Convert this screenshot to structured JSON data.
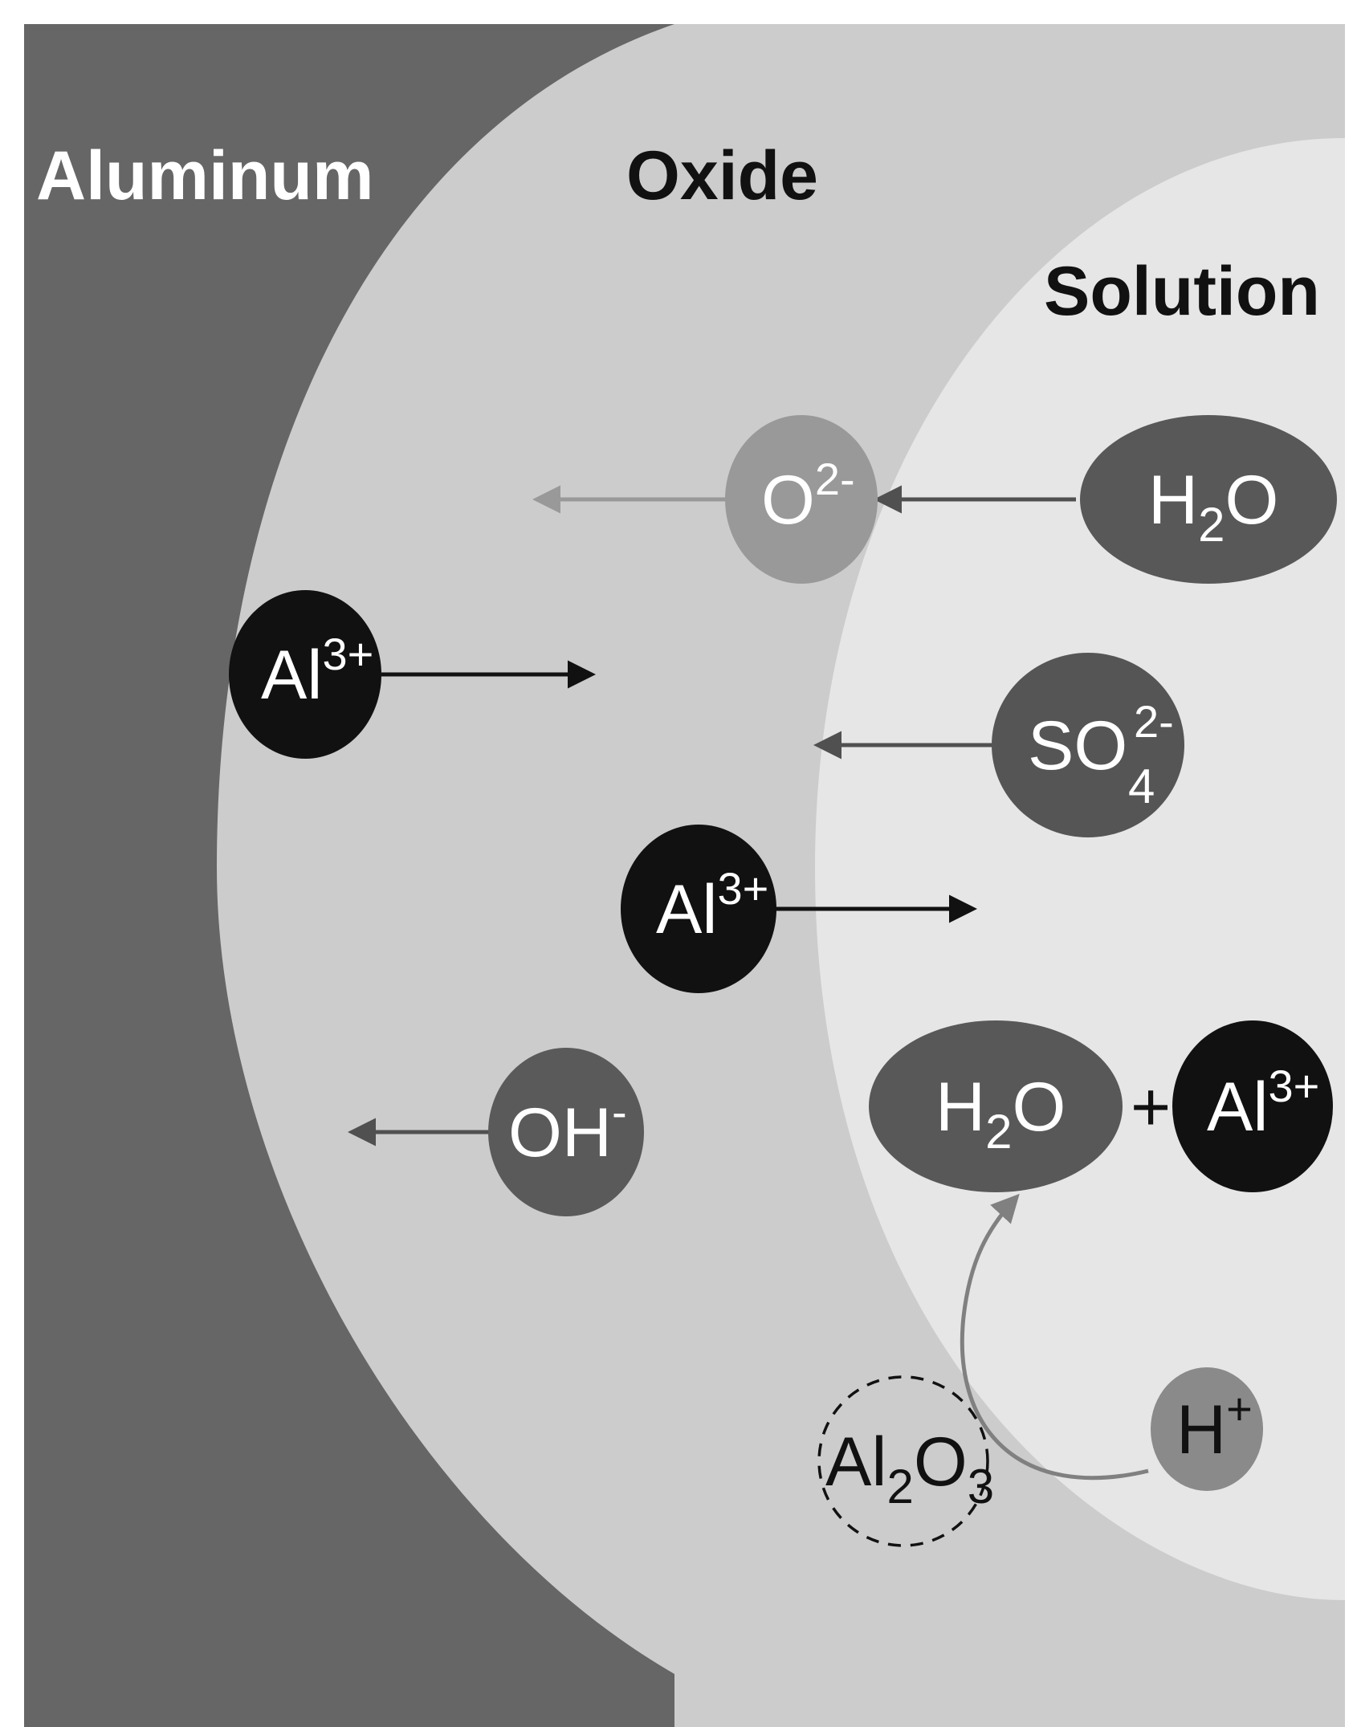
{
  "regions": {
    "aluminum": "Aluminum",
    "oxide": "Oxide",
    "solution": "Solution"
  },
  "species": {
    "o2minus": {
      "base": "O",
      "sup": "2-"
    },
    "h2o_top": {
      "pre": "H",
      "sub": "2",
      "post": "O"
    },
    "al_top": {
      "base": "Al",
      "sup": "3+"
    },
    "so4": {
      "base": "SO",
      "sub": "4",
      "sup": "2-"
    },
    "al_mid": {
      "base": "Al",
      "sup": "3+"
    },
    "ohminus": {
      "base": "OH",
      "sup": "-"
    },
    "h2o_bottom": {
      "pre": "H",
      "sub": "2",
      "post": "O"
    },
    "plus": "+",
    "al_right": {
      "base": "Al",
      "sup": "3+"
    },
    "al2o3": {
      "a": "Al",
      "sub1": "2",
      "b": "O",
      "sub2": "3"
    },
    "hplus": {
      "base": "H",
      "sup": "+"
    }
  },
  "colors": {
    "aluminum": "#666666",
    "oxide": "#cccccc",
    "solution": "#e6e6e6",
    "al_ion": "#111111",
    "water": "#585858",
    "sulfate": "#555555",
    "hydroxide": "#5a5a5a",
    "oxide_ion": "#999999",
    "proton": "#8a8a8a"
  }
}
